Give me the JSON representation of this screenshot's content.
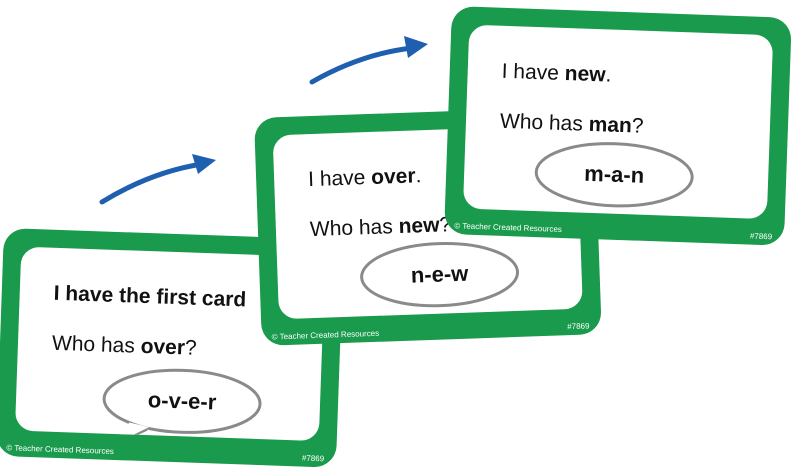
{
  "colors": {
    "card_green": "#1a9a4c",
    "arrow_blue": "#1f5fb0",
    "bubble_gray": "#8a8a8a"
  },
  "cards": [
    {
      "have_prefix": "I have ",
      "have_word": "the first card",
      "have_suffix": "",
      "who_prefix": "Who has ",
      "who_word": "over",
      "who_suffix": "?",
      "bubble": "o-v-e-r",
      "publisher": "© Teacher Created Resources",
      "code": "#7869"
    },
    {
      "have_prefix": "I have ",
      "have_word": "over",
      "have_suffix": ".",
      "who_prefix": "Who has ",
      "who_word": "new",
      "who_suffix": "?",
      "bubble": "n-e-w",
      "publisher": "© Teacher Created Resources",
      "code": "#7869"
    },
    {
      "have_prefix": "I have ",
      "have_word": "new",
      "have_suffix": ".",
      "who_prefix": "Who has ",
      "who_word": "man",
      "who_suffix": "?",
      "bubble": "m-a-n",
      "publisher": "© Teacher Created Resources",
      "code": "#7869"
    }
  ],
  "arrows": [
    "arrow-right-icon",
    "arrow-right-icon"
  ]
}
